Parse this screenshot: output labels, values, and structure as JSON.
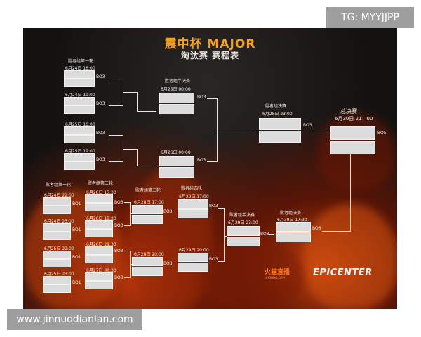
{
  "watermarks": {
    "top_right": "TG: MYYJJPP",
    "bottom_left": "www.jinnuodianlan.com"
  },
  "poster": {
    "title": "震中杯 MAJOR",
    "subtitle": "淘汰赛 赛程表",
    "logos": {
      "huomao": "火猫直播",
      "huomao_sub": "HUOMAO.COM",
      "epicenter": "EPICENTER"
    },
    "upper_bracket": {
      "round1_label": "胜者组第一轮",
      "round1_matches": [
        {
          "date": "6月24日 16:00",
          "format": "BO3"
        },
        {
          "date": "6月24日 19:00",
          "format": "BO3"
        },
        {
          "date": "6月25日 16:00",
          "format": "BO3"
        },
        {
          "date": "6月25日 19:00",
          "format": "BO3"
        }
      ],
      "semi_label": "胜者组半决赛",
      "semi_matches": [
        {
          "date": "6月25日 00:00",
          "format": "BO3"
        },
        {
          "date": "6月26日 00:00",
          "format": "BO3"
        }
      ],
      "final_label": "胜者组决赛",
      "final_match": {
        "date": "6月28日 23:00",
        "format": "BO3"
      }
    },
    "grand_final": {
      "label": "总决赛",
      "date": "6月30日 21：00",
      "format": "BO5"
    },
    "lower_bracket": {
      "round1_label": "败者组第一轮",
      "round1_matches": [
        {
          "date": "6月24日 22:00",
          "format": "BO1"
        },
        {
          "date": "6月24日 23:00",
          "format": "BO1"
        },
        {
          "date": "6月25日 22:00",
          "format": "BO1"
        },
        {
          "date": "6月25日 23:00",
          "format": "BO1"
        }
      ],
      "round2_label": "败者组第二轮",
      "round2_matches": [
        {
          "date": "6月26日 15:30",
          "format": "BO3"
        },
        {
          "date": "6月26日 18:30",
          "format": "BO3"
        },
        {
          "date": "6月26日 21:30",
          "format": "BO3"
        },
        {
          "date": "6月27日 00:30",
          "format": "BO3"
        }
      ],
      "round3_label": "败者组第三轮",
      "round3_matches": [
        {
          "date": "6月28日 17:00",
          "format": "BO3"
        },
        {
          "date": "6月28日 20:00",
          "format": "BO3"
        }
      ],
      "round4_label": "败者组四轮",
      "round4_matches": [
        {
          "date": "6月29日 17:00",
          "format": "BO3"
        },
        {
          "date": "6月29日 20:00",
          "format": "BO3"
        }
      ],
      "semi_label": "败者组半决赛",
      "semi_match": {
        "date": "6月29日 23:00",
        "format": "BO3"
      },
      "final_label": "败者组决赛",
      "final_match": {
        "date": "6月30日 17:30",
        "format": "BO3"
      }
    }
  }
}
